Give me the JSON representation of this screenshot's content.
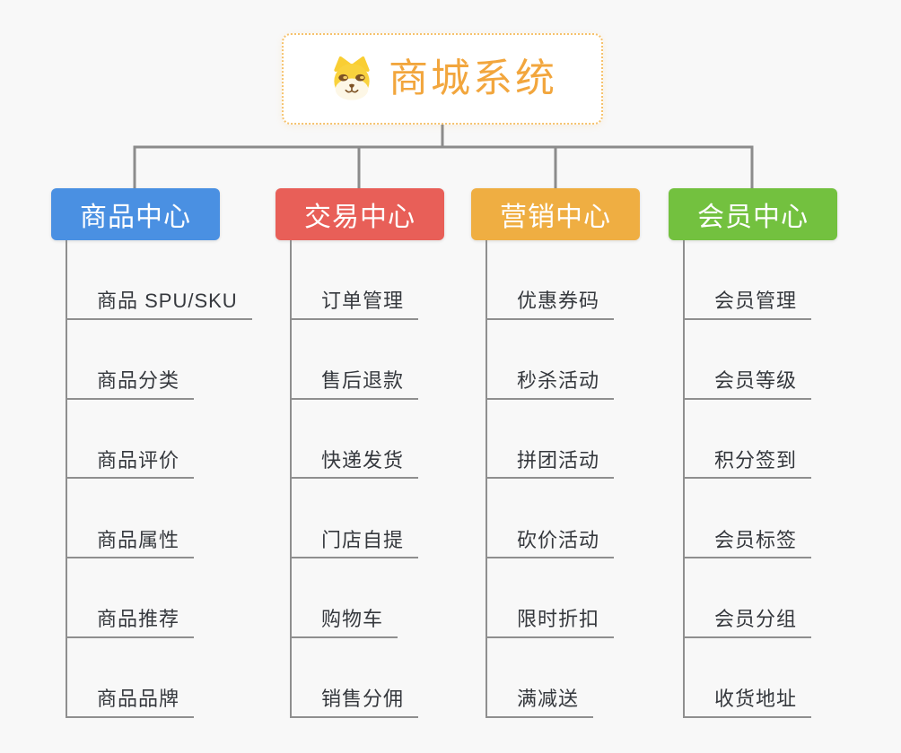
{
  "root": {
    "title": "商城系统",
    "icon": "shiba-dog-icon",
    "title_color": "#f2a63d",
    "border_color": "#f6c26d"
  },
  "palette": {
    "connector_line": "#8c8c8c",
    "leaf_underline": "#8f8f8f",
    "leaf_text": "#35383d",
    "background": "#f8f8f8"
  },
  "branches": [
    {
      "label": "商品中心",
      "color": "#4a90e2",
      "children": [
        "商品 SPU/SKU",
        "商品分类",
        "商品评价",
        "商品属性",
        "商品推荐",
        "商品品牌"
      ]
    },
    {
      "label": "交易中心",
      "color": "#e85f58",
      "children": [
        "订单管理",
        "售后退款",
        "快递发货",
        "门店自提",
        "购物车",
        "销售分佣"
      ]
    },
    {
      "label": "营销中心",
      "color": "#efae42",
      "children": [
        "优惠券码",
        "秒杀活动",
        "拼团活动",
        "砍价活动",
        "限时折扣",
        "满减送"
      ]
    },
    {
      "label": "会员中心",
      "color": "#73c13f",
      "children": [
        "会员管理",
        "会员等级",
        "积分签到",
        "会员标签",
        "会员分组",
        "收货地址"
      ]
    }
  ]
}
